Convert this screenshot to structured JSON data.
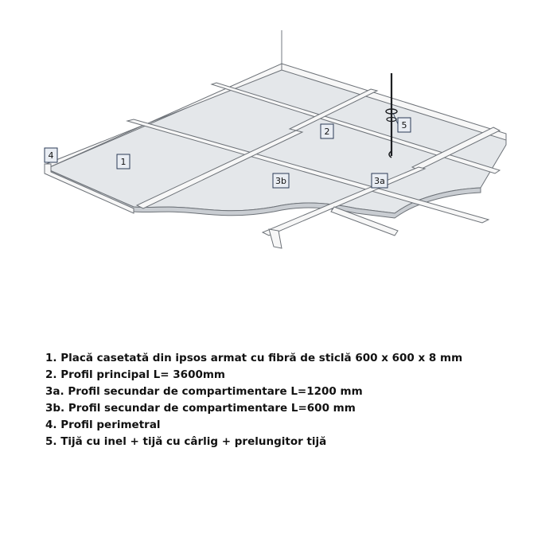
{
  "callouts": {
    "c1": "1",
    "c2": "2",
    "c3a": "3a",
    "c3b": "3b",
    "c4": "4",
    "c5": "5"
  },
  "legend": {
    "items": [
      "1. Placă casetată din ipsos armat cu fibră de sticlă 600 x 600 x 8 mm",
      "2. Profil principal L= 3600mm",
      "3a. Profil secundar de compartimentare L=1200 mm",
      "3b. Profil secundar de compartimentare L=600 mm",
      "4. Profil perimetral",
      "5. Tijă cu inel + tijă cu cârlig + prelungitor tijă"
    ]
  },
  "colors": {
    "panel": "#e4e7ea",
    "profile": "#f7f7f7",
    "edge": "#6d7278",
    "label_fill": "#e9edf3",
    "label_stroke": "#2a3a55"
  }
}
